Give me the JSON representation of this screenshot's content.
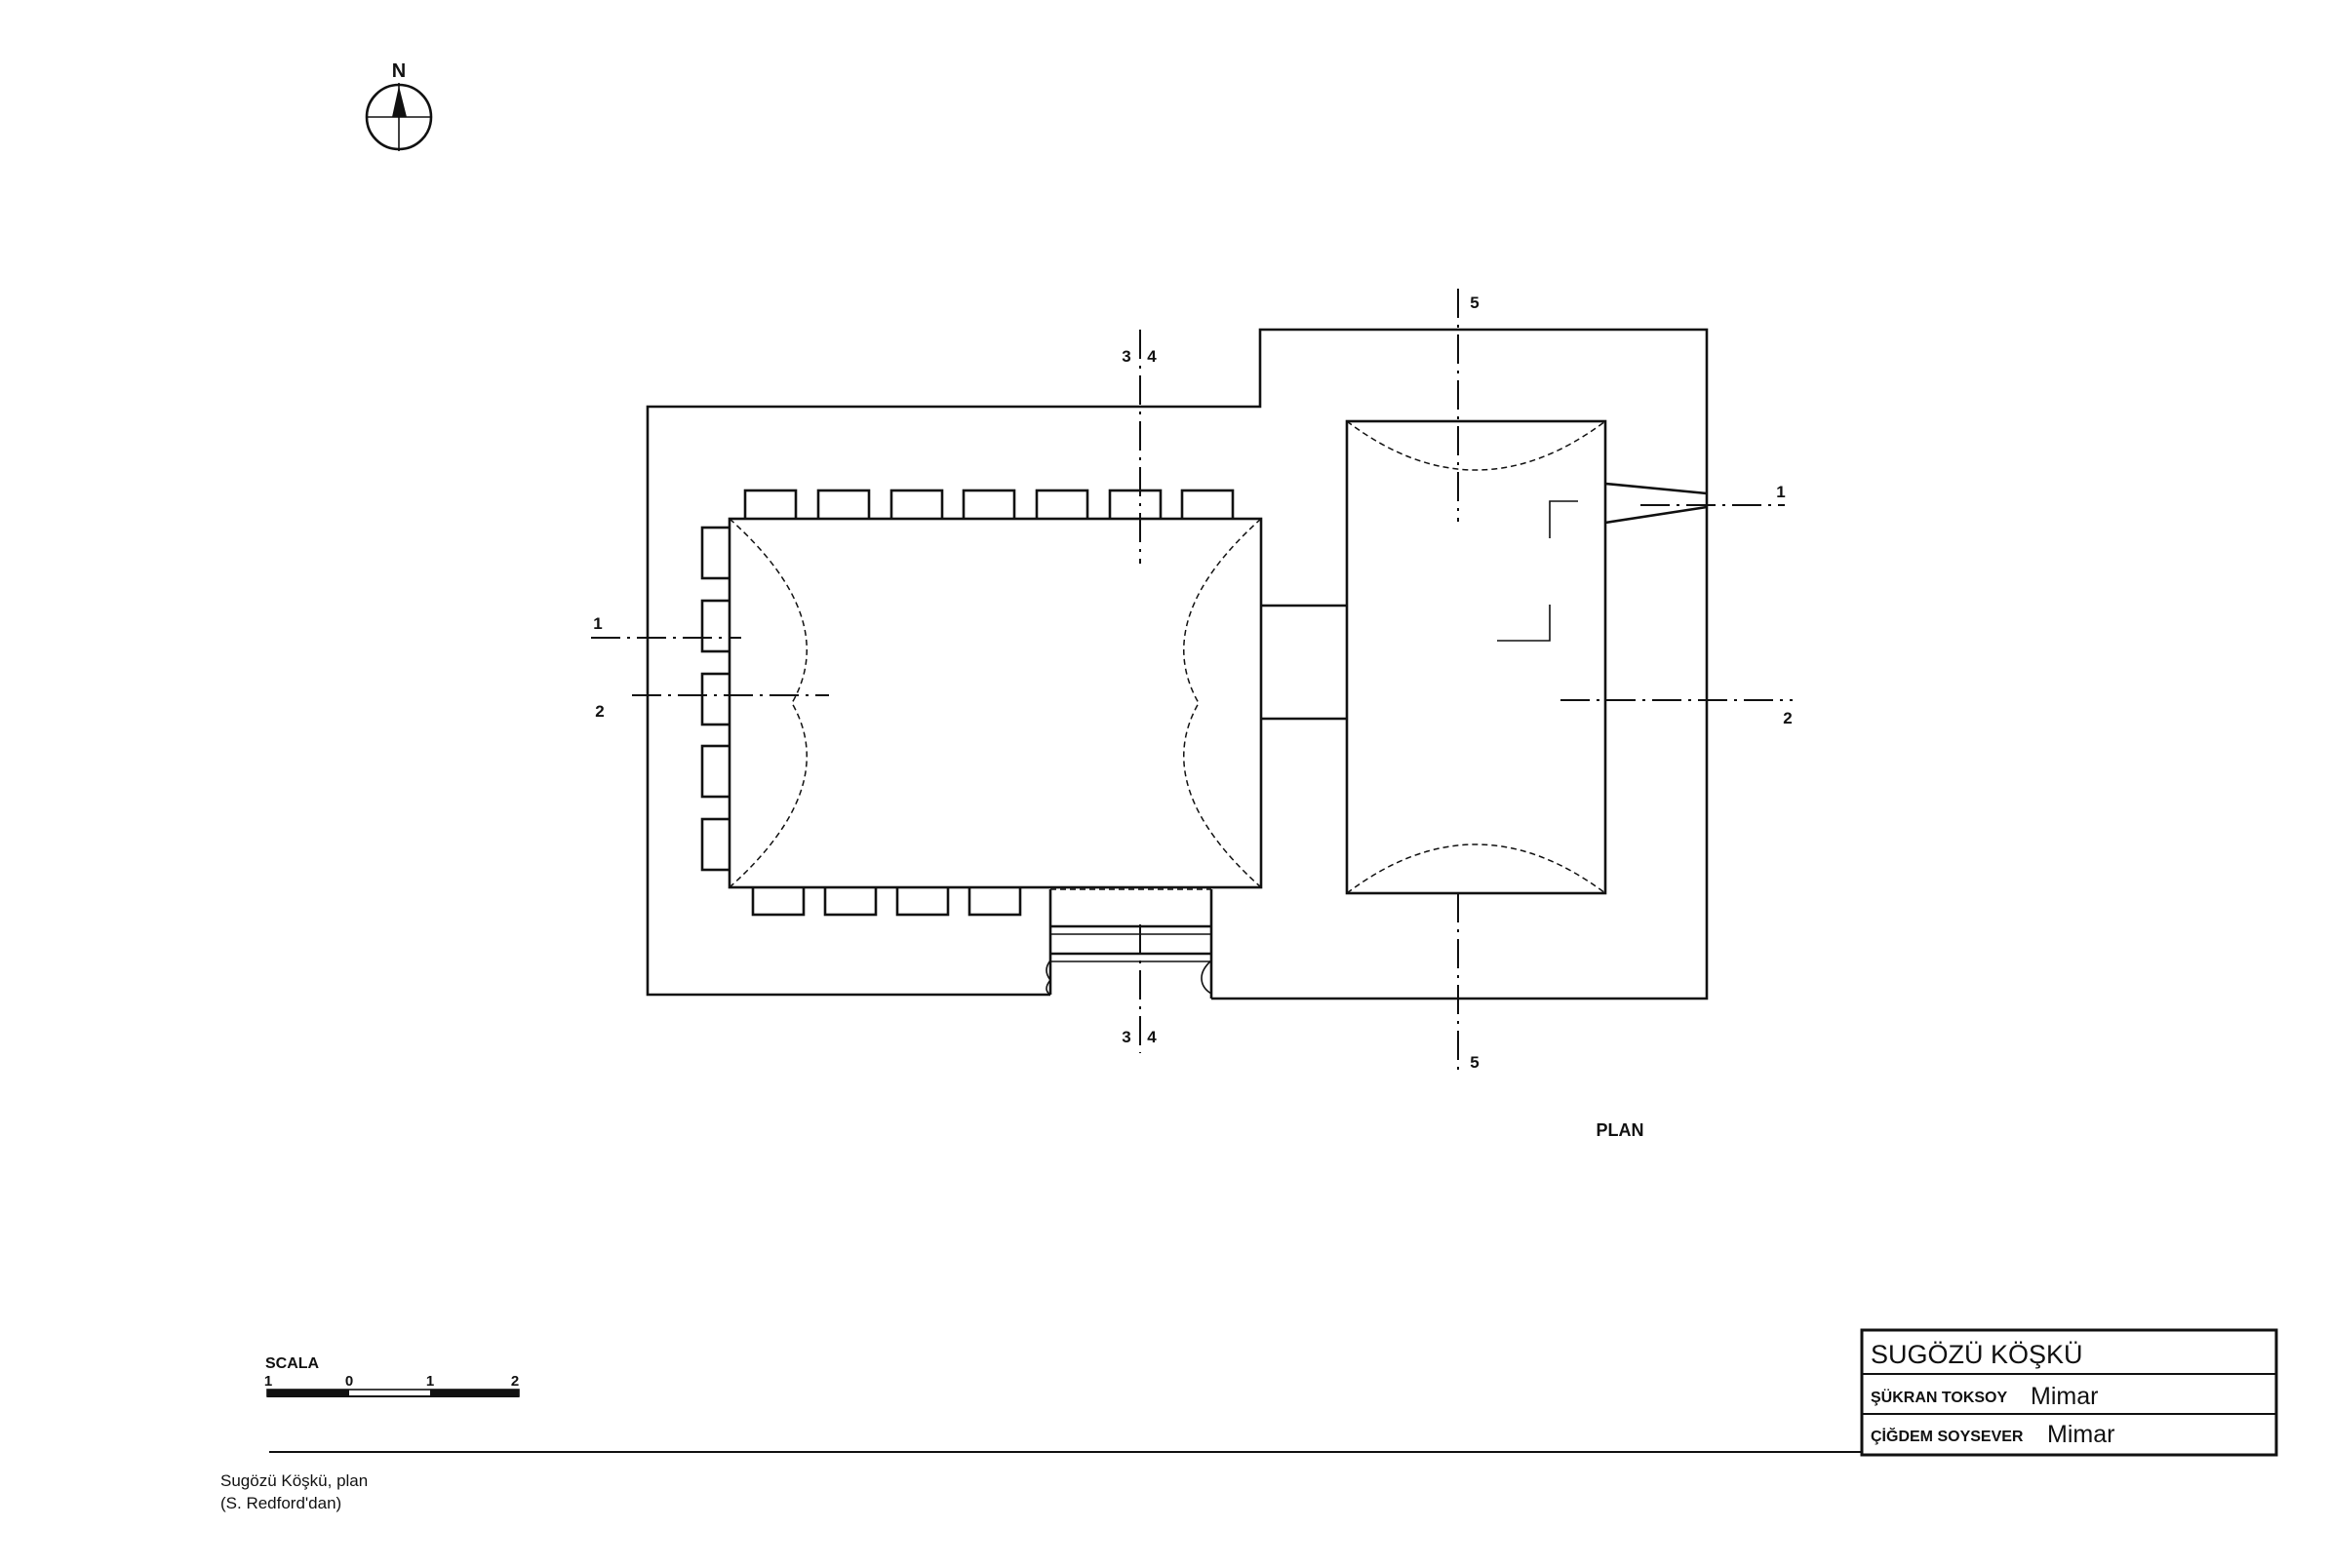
{
  "compass": {
    "label": "N",
    "icon": "north-arrow-icon"
  },
  "section_markers": {
    "s1_left": "1",
    "s1_right": "1",
    "s2_left": "2",
    "s2_right": "2",
    "s34_top_a": "3",
    "s34_top_b": "4",
    "s34_bottom_a": "3",
    "s34_bottom_b": "4",
    "s5_top": "5",
    "s5_bottom": "5"
  },
  "drawing_label": "PLAN",
  "scale": {
    "title": "SCALA",
    "ticks": [
      "1",
      "0",
      "1",
      "2"
    ]
  },
  "title_block": {
    "title": "SUGÖZÜ KÖŞKÜ",
    "row1_name": "ŞÜKRAN TOKSOY",
    "row1_role": "Mimar",
    "row2_name": "ÇİĞDEM SOYSEVER",
    "row2_role": "Mimar"
  },
  "caption": {
    "line1": "Sugözü Köşkü, plan",
    "line2": "(S. Redford'dan)"
  }
}
